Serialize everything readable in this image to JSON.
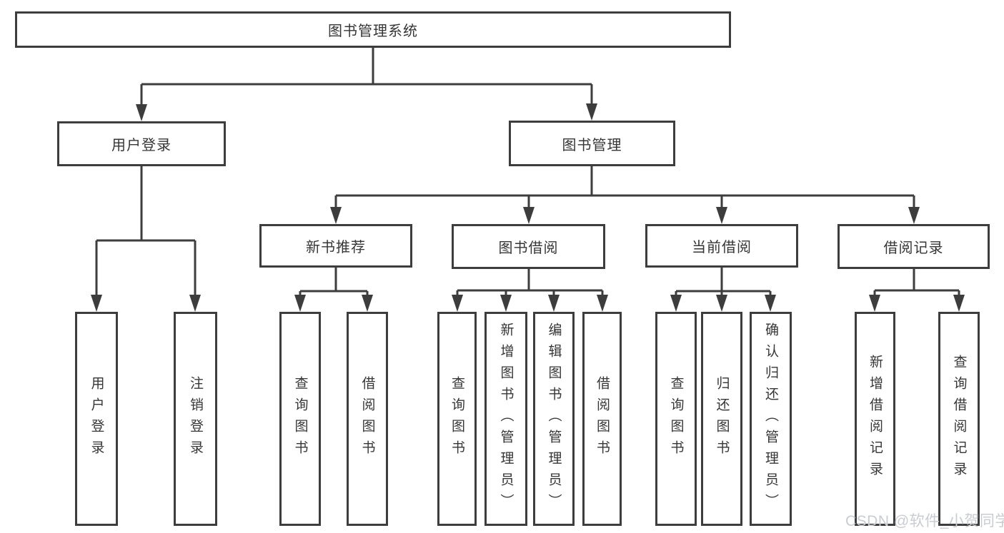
{
  "colors": {
    "line": "#3d3d3d",
    "text": "#363636",
    "box_background": "#ffffff",
    "watermark": "#c9ccd1",
    "page_background": "#ffffff"
  },
  "diagram": {
    "root": {
      "label": "图书管理系统"
    },
    "level2": [
      {
        "label": "用户登录"
      },
      {
        "label": "图书管理"
      }
    ],
    "level3": [
      {
        "label": "新书推荐"
      },
      {
        "label": "图书借阅"
      },
      {
        "label": "当前借阅"
      },
      {
        "label": "借阅记录"
      }
    ],
    "leaves": {
      "user_login": [
        {
          "label": "用户登录"
        },
        {
          "label": "注销登录"
        }
      ],
      "new_books": [
        {
          "label": "查询图书"
        },
        {
          "label": "借阅图书"
        }
      ],
      "book_borrow": [
        {
          "label": "查询图书"
        },
        {
          "label": "新增图书（管理员）"
        },
        {
          "label": "编辑图书（管理员）"
        },
        {
          "label": "借阅图书"
        }
      ],
      "current_borrow": [
        {
          "label": "查询图书"
        },
        {
          "label": "归还图书"
        },
        {
          "label": "确认归还（管理员）"
        }
      ],
      "borrow_records": [
        {
          "label": "新增借阅记录"
        },
        {
          "label": "查询借阅记录"
        }
      ]
    }
  },
  "watermark": {
    "text": "CSDN @软件_小贺同学"
  }
}
